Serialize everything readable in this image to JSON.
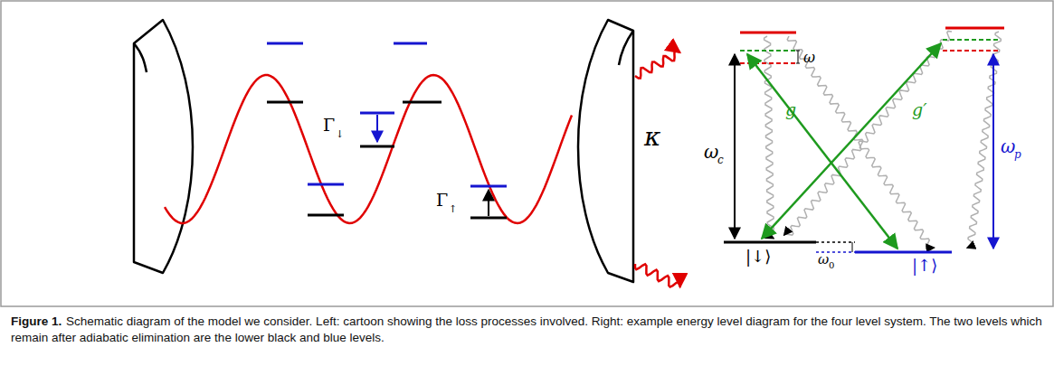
{
  "diagram": {
    "caption": "Schematic diagram of the model we consider. Left: cartoon showing the loss processes involved. Right: example energy level diagram for the four level system. The two levels which remain after adiabatic elimination are the lower black and blue levels.",
    "labels": [
      "Γ",
      "↓",
      "Γ",
      "↑",
      "κ",
      "ω",
      "g",
      "g′",
      "ω",
      "c",
      "ω",
      "p",
      "|↓⟩",
      "ω",
      "0",
      "|↑⟩",
      "Figure 1."
    ]
  }
}
